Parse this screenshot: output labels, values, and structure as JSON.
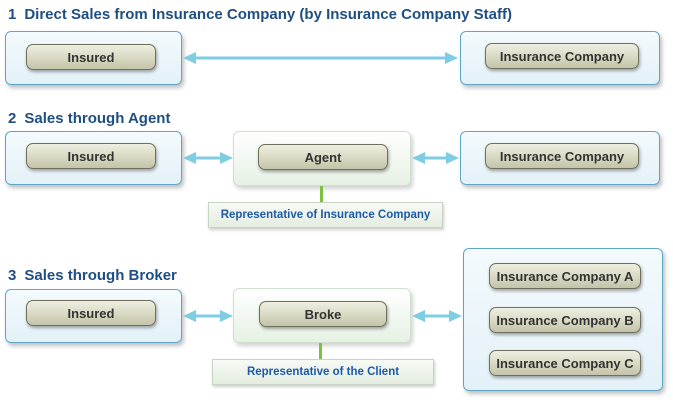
{
  "colors": {
    "heading": "#1f4f82",
    "box_border": "#5fa6c6",
    "arrow": "#7fcde2",
    "connector": "#7cc242",
    "note_text": "#1e5aa8"
  },
  "sections": [
    {
      "number": "1",
      "title": "Direct Sales from Insurance Company (by Insurance Company Staff)",
      "insured": "Insured",
      "company": "Insurance Company"
    },
    {
      "number": "2",
      "title": "Sales through Agent",
      "insured": "Insured",
      "intermediary": "Agent",
      "intermediary_note": "Representative of Insurance Company",
      "company": "Insurance Company"
    },
    {
      "number": "3",
      "title": "Sales through Broker",
      "insured": "Insured",
      "intermediary": "Broke",
      "intermediary_note": "Representative of the Client",
      "companies": [
        "Insurance Company A",
        "Insurance Company B",
        "Insurance Company C"
      ]
    }
  ]
}
